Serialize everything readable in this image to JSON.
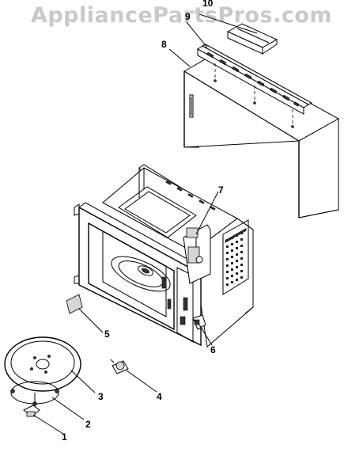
{
  "watermark": "AppliancePartsPros.com",
  "callouts": [
    {
      "id": "c1",
      "text": "1"
    },
    {
      "id": "c2",
      "text": "2"
    },
    {
      "id": "c3",
      "text": "3"
    },
    {
      "id": "c4",
      "text": "4"
    },
    {
      "id": "c5",
      "text": "5"
    },
    {
      "id": "c6",
      "text": "6"
    },
    {
      "id": "c7",
      "text": "7"
    },
    {
      "id": "c8",
      "text": "8"
    },
    {
      "id": "c9",
      "text": "9"
    },
    {
      "id": "c10",
      "text": "10"
    }
  ]
}
